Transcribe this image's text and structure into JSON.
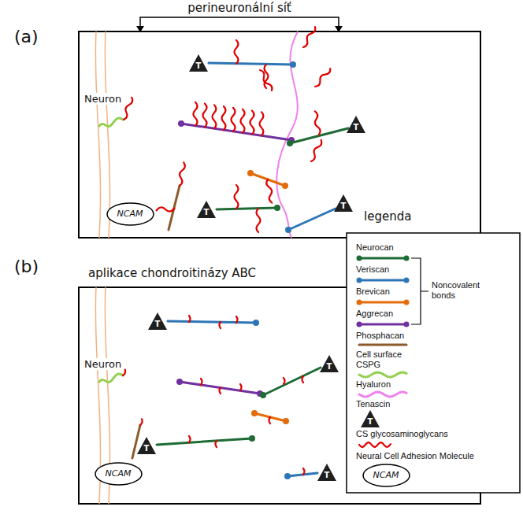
{
  "diagram": {
    "nodes": [
      {
        "text": [
          "Neuron"
        ]
      },
      {
        "text": [
          "T"
        ],
        "in": 0
      },
      {
        "text": [
          "T"
        ],
        "in": 0
      },
      {
        "text": [
          "T"
        ],
        "in": 0
      },
      {
        "text": [
          "T"
        ],
        "in": 0
      },
      {
        "text": [
          "NCAM"
        ],
        "in": 0
      },
      {
        "text": [
          "Neuron"
        ]
      },
      {
        "text": [
          "T"
        ],
        "in": 6
      },
      {
        "text": [
          "T"
        ],
        "in": 6
      },
      {
        "text": [
          "T"
        ],
        "in": 6
      },
      {
        "text": [
          "T"
        ],
        "in": 6
      },
      {
        "text": [
          "NCAM"
        ],
        "in": 6
      },
      {
        "text": [
          "T"
        ]
      },
      {
        "text": [
          "NCAM"
        ]
      }
    ],
    "labels": [
      "(a)",
      "perineuronální síť",
      "(b)",
      "aplikace chondroitinázy ABC",
      "legenda",
      "Noncovalent bonds"
    ],
    "legend": [
      {
        "text": "Neurocan",
        "color": "#1e6b35"
      },
      {
        "text": "Veriscan",
        "color": "#2e75b6"
      },
      {
        "text": "Brevican",
        "color": "#e36c0a"
      },
      {
        "text": "Aggrecan",
        "color": "#7030a0"
      },
      {
        "text": "Phosphacan",
        "color": "#8c5a2b"
      },
      {
        "text": "Cell surface CSPG",
        "color": "#92d050"
      },
      {
        "text": "Hyaluron",
        "color": "#ee82ee"
      },
      {
        "text": "Tenascin"
      },
      {
        "text": "CS glycosaminoglycans",
        "color": "#e00000"
      },
      {
        "text": "Neural Cell Adhesion Molecule"
      }
    ]
  }
}
